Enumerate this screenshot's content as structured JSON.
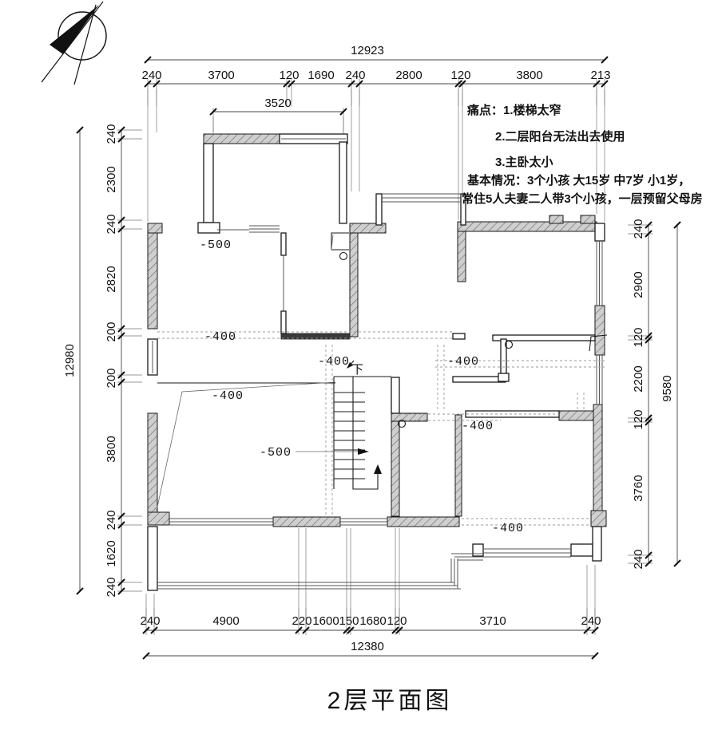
{
  "title": "2层平面图",
  "notes": {
    "line1": "痛点：1.楼梯太窄",
    "line2": "2.二层阳台无法出去使用",
    "line3": "3.主卧太小",
    "line4": "基本情况：3个小孩 大15岁   中7岁   小1岁，",
    "line5": "常住5人夫妻二人带3个小孩，一层预留父母房"
  },
  "dimensions": {
    "top": {
      "total": "12923",
      "segments": [
        "240",
        "3700",
        "120",
        "1690",
        "240",
        "2800",
        "120",
        "3800",
        "213"
      ],
      "sub": "3520"
    },
    "left": {
      "total": "12980",
      "segments": [
        "240",
        "2300",
        "240",
        "2820",
        "200",
        "200",
        "3800",
        "240",
        "1620",
        "240"
      ]
    },
    "right": {
      "total": "9580",
      "segments": [
        "240",
        "2900",
        "120",
        "2200",
        "120",
        "3760",
        "240"
      ]
    },
    "bottom": {
      "total": "12380",
      "segments": [
        "240",
        "4900",
        "220",
        "1600",
        "150",
        "1680",
        "120",
        "3710",
        "240"
      ]
    }
  },
  "levels": {
    "balcony": "-500",
    "hall_left": "-400",
    "stairs_top": "-400",
    "hall_right": "-400",
    "living_upper": "-400",
    "living": "-500",
    "mid_right": "-400",
    "bottom_right": "-400"
  },
  "stairs": {
    "down_label": "下"
  },
  "icons": {
    "north_arrow": "north-arrow-icon"
  },
  "colors": {
    "line": "#1a1a1a",
    "hatch": "#cfcfcf",
    "hatch_stroke": "#6b6b6b",
    "dash": "#9a9a9a",
    "background": "#ffffff"
  }
}
